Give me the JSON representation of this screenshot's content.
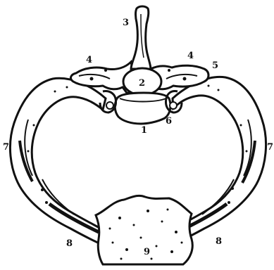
{
  "figure": {
    "colors": {
      "ink": "#111111",
      "bone": "#ffffff",
      "background": "#ffffff"
    },
    "labels": [
      {
        "id": "vertebral-spine",
        "text": "3"
      },
      {
        "id": "transverse-process-left",
        "text": "4"
      },
      {
        "id": "transverse-process-right",
        "text": "4"
      },
      {
        "id": "rib-head-right",
        "text": "5"
      },
      {
        "id": "spinal-canal",
        "text": "2"
      },
      {
        "id": "vertebral-body",
        "text": "1"
      },
      {
        "id": "rib-neck-right",
        "text": "6"
      },
      {
        "id": "rib-angle-left",
        "text": "7"
      },
      {
        "id": "rib-angle-right",
        "text": "7"
      },
      {
        "id": "costal-cartilage-left",
        "text": "8"
      },
      {
        "id": "costal-cartilage-right",
        "text": "8"
      },
      {
        "id": "sternum",
        "text": "9"
      }
    ]
  }
}
